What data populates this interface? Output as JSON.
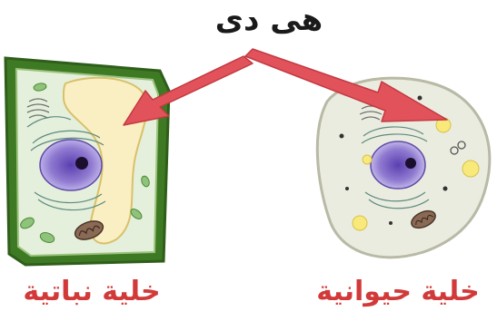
{
  "pointer_label": "هى دى",
  "plant_cell": {
    "label": "خلية نباتية"
  },
  "animal_cell": {
    "label": "خلية حيوانية"
  },
  "colors": {
    "label_text": "#1a1a1a",
    "cell_label_text": "#d23a3a",
    "arrow": "#e2525a",
    "plant_wall": "#3e7a23",
    "plant_cytoplasm": "#e4f0db",
    "vacuole": "#faefc2",
    "vacuole_edge": "#d9c06a",
    "nucleus": "#7d62c4",
    "nucleolus": "#1b0f2e",
    "animal_membrane": "#b9b9a6",
    "animal_cytoplasm": "#ebece0",
    "vesicle": "#f8e97a",
    "mitochondria": "#6a5040",
    "er": "#5d8a80"
  }
}
